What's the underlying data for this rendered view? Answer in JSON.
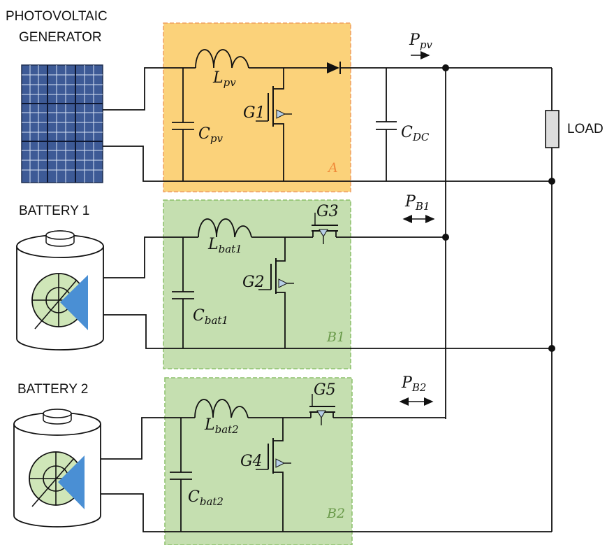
{
  "sources": {
    "pv": "PHOTOVOLTAIC\nGENERATOR",
    "pv_line1": "PHOTOVOLTAIC",
    "pv_line2": "GENERATOR",
    "battery1": "BATTERY 1",
    "battery2": "BATTERY 2",
    "load": "LOAD"
  },
  "zones": [
    {
      "tag": "A",
      "color": "#fbd27a",
      "border": "#f0a060",
      "tag_color": "#f08a3a"
    },
    {
      "tag": "B1",
      "color": "#c5dfb0",
      "border": "#8cc06a",
      "tag_color": "#6a9a4a"
    },
    {
      "tag": "B2",
      "color": "#c5dfb0",
      "border": "#8cc06a",
      "tag_color": "#6a9a4a"
    }
  ],
  "components": {
    "L_pv": {
      "base": "L",
      "sub": "pv"
    },
    "C_pv": {
      "base": "C",
      "sub": "pv"
    },
    "G1": "G1",
    "C_DC": {
      "base": "C",
      "sub": "DC"
    },
    "L_bat1": {
      "base": "L",
      "sub": "bat1"
    },
    "C_bat1": {
      "base": "C",
      "sub": "bat1"
    },
    "G2": "G2",
    "G3": "G3",
    "L_bat2": {
      "base": "L",
      "sub": "bat2"
    },
    "C_bat2": {
      "base": "C",
      "sub": "bat2"
    },
    "G4": "G4",
    "G5": "G5"
  },
  "powers": {
    "P_pv": {
      "base": "P",
      "sub": "pv"
    },
    "P_B1": {
      "base": "P",
      "sub": "B1"
    },
    "P_B2": {
      "base": "P",
      "sub": "B2"
    }
  },
  "colors": {
    "panel": "#3d5a96",
    "battery_disc": "#cfe6b8",
    "battery_arrow": "#4a8fd4",
    "mosfet_diode": "#b7cfe6",
    "load_box": "#dddddd"
  }
}
